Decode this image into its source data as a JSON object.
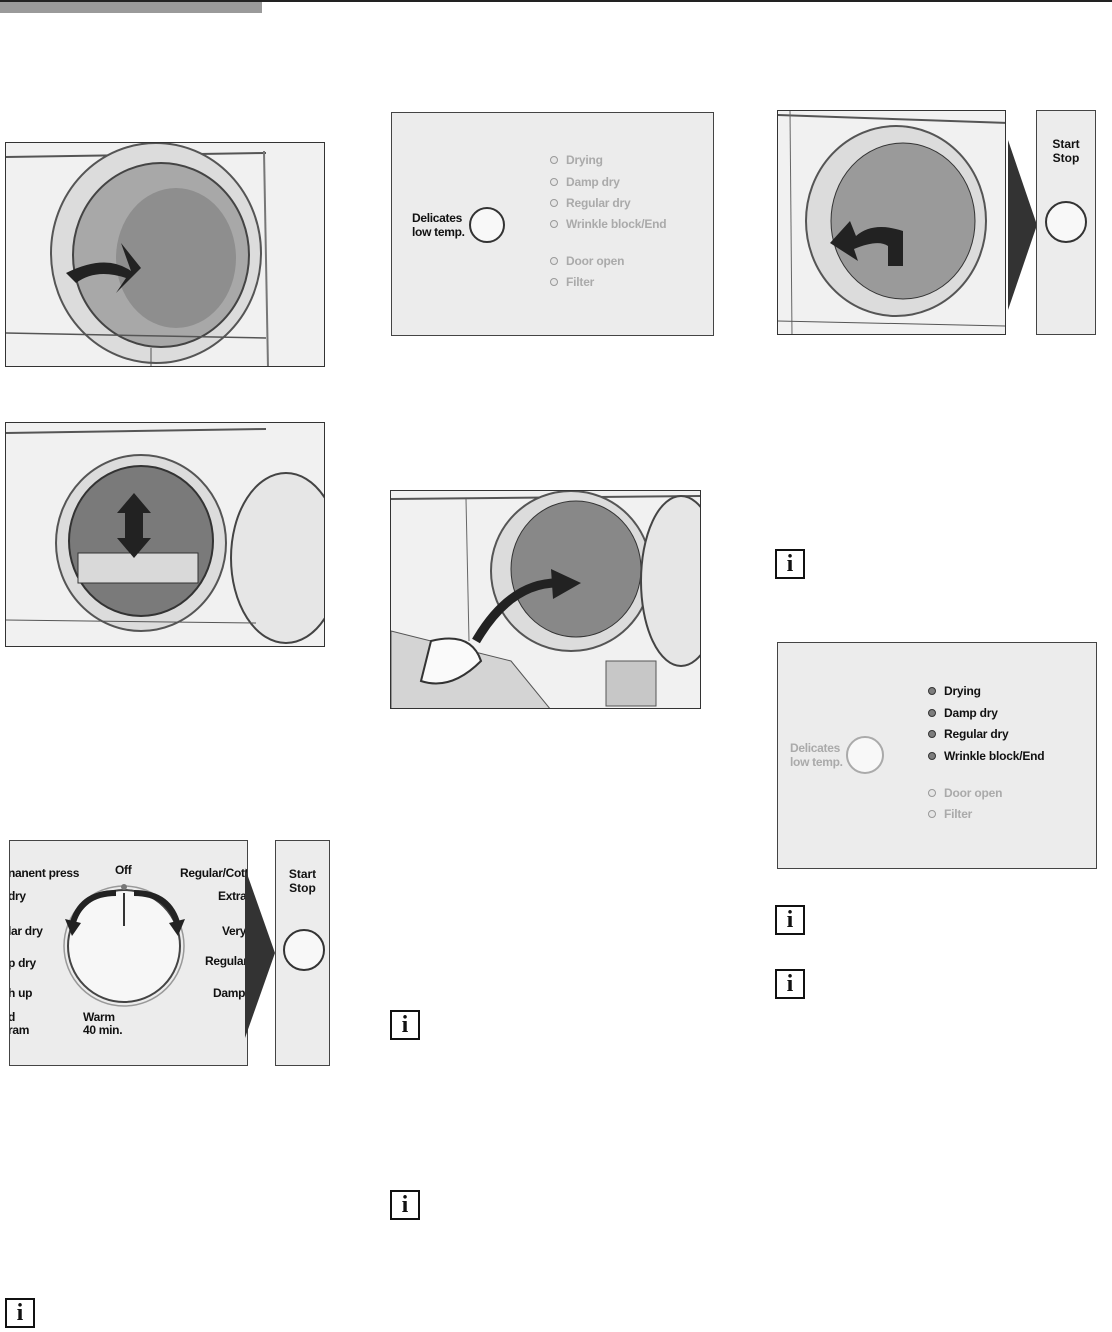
{
  "panel1": {
    "button_label": "Delicates\nlow temp.",
    "indicators": [
      "Drying",
      "Damp dry",
      "Regular dry",
      "Wrinkle block/End"
    ],
    "status": [
      "Door open",
      "Filter"
    ]
  },
  "panel2": {
    "button_label": "Delicates\nlow temp.",
    "indicators": [
      "Drying",
      "Damp dry",
      "Regular dry",
      "Wrinkle block/End"
    ],
    "status": [
      "Door open",
      "Filter"
    ]
  },
  "startstop": {
    "line1": "Start",
    "line2": "Stop"
  },
  "dial": {
    "top": "Off",
    "left": [
      "nanent press",
      "dry",
      "lar dry",
      "p dry",
      "h up"
    ],
    "left_bottom": [
      "d",
      "ram"
    ],
    "right": [
      "Regular/Cott",
      "Extra d",
      "Very",
      "Regular",
      "Damp"
    ],
    "bottom_line1": "Warm",
    "bottom_line2": "40 min."
  },
  "info_icon": "i"
}
